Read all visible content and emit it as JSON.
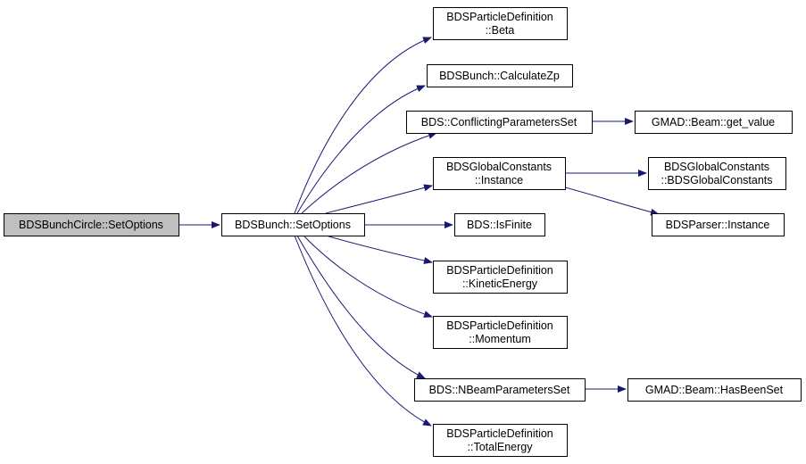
{
  "diagram": {
    "nodes": [
      {
        "id": "root",
        "lines": [
          "BDSBunchCircle::SetOptions"
        ],
        "highlighted": true
      },
      {
        "id": "setopts",
        "lines": [
          "BDSBunch::SetOptions"
        ]
      },
      {
        "id": "beta",
        "lines": [
          "BDSParticleDefinition",
          "::Beta"
        ]
      },
      {
        "id": "calczp",
        "lines": [
          "BDSBunch::CalculateZp"
        ]
      },
      {
        "id": "conflict",
        "lines": [
          "BDS::ConflictingParametersSet"
        ]
      },
      {
        "id": "getvalue",
        "lines": [
          "GMAD::Beam::get_value"
        ]
      },
      {
        "id": "gcinst",
        "lines": [
          "BDSGlobalConstants",
          "::Instance"
        ]
      },
      {
        "id": "gcctor",
        "lines": [
          "BDSGlobalConstants",
          "::BDSGlobalConstants"
        ]
      },
      {
        "id": "parser",
        "lines": [
          "BDSParser::Instance"
        ]
      },
      {
        "id": "isfinite",
        "lines": [
          "BDS::IsFinite"
        ]
      },
      {
        "id": "kinetic",
        "lines": [
          "BDSParticleDefinition",
          "::KineticEnergy"
        ]
      },
      {
        "id": "momentum",
        "lines": [
          "BDSParticleDefinition",
          "::Momentum"
        ]
      },
      {
        "id": "nbeam",
        "lines": [
          "BDS::NBeamParametersSet"
        ]
      },
      {
        "id": "hasbeenset",
        "lines": [
          "GMAD::Beam::HasBeenSet"
        ]
      },
      {
        "id": "total",
        "lines": [
          "BDSParticleDefinition",
          "::TotalEnergy"
        ]
      }
    ],
    "edges": [
      {
        "from": "root",
        "to": "setopts"
      },
      {
        "from": "setopts",
        "to": "beta"
      },
      {
        "from": "setopts",
        "to": "calczp"
      },
      {
        "from": "setopts",
        "to": "conflict"
      },
      {
        "from": "setopts",
        "to": "gcinst"
      },
      {
        "from": "setopts",
        "to": "isfinite"
      },
      {
        "from": "setopts",
        "to": "kinetic"
      },
      {
        "from": "setopts",
        "to": "momentum"
      },
      {
        "from": "setopts",
        "to": "nbeam"
      },
      {
        "from": "setopts",
        "to": "total"
      },
      {
        "from": "conflict",
        "to": "getvalue"
      },
      {
        "from": "gcinst",
        "to": "gcctor"
      },
      {
        "from": "gcinst",
        "to": "parser"
      },
      {
        "from": "nbeam",
        "to": "hasbeenset"
      }
    ],
    "colors": {
      "edge": "#191970",
      "node_border": "#000000",
      "node_fill": "#ffffff",
      "highlight_fill": "#bfbfbf"
    }
  }
}
